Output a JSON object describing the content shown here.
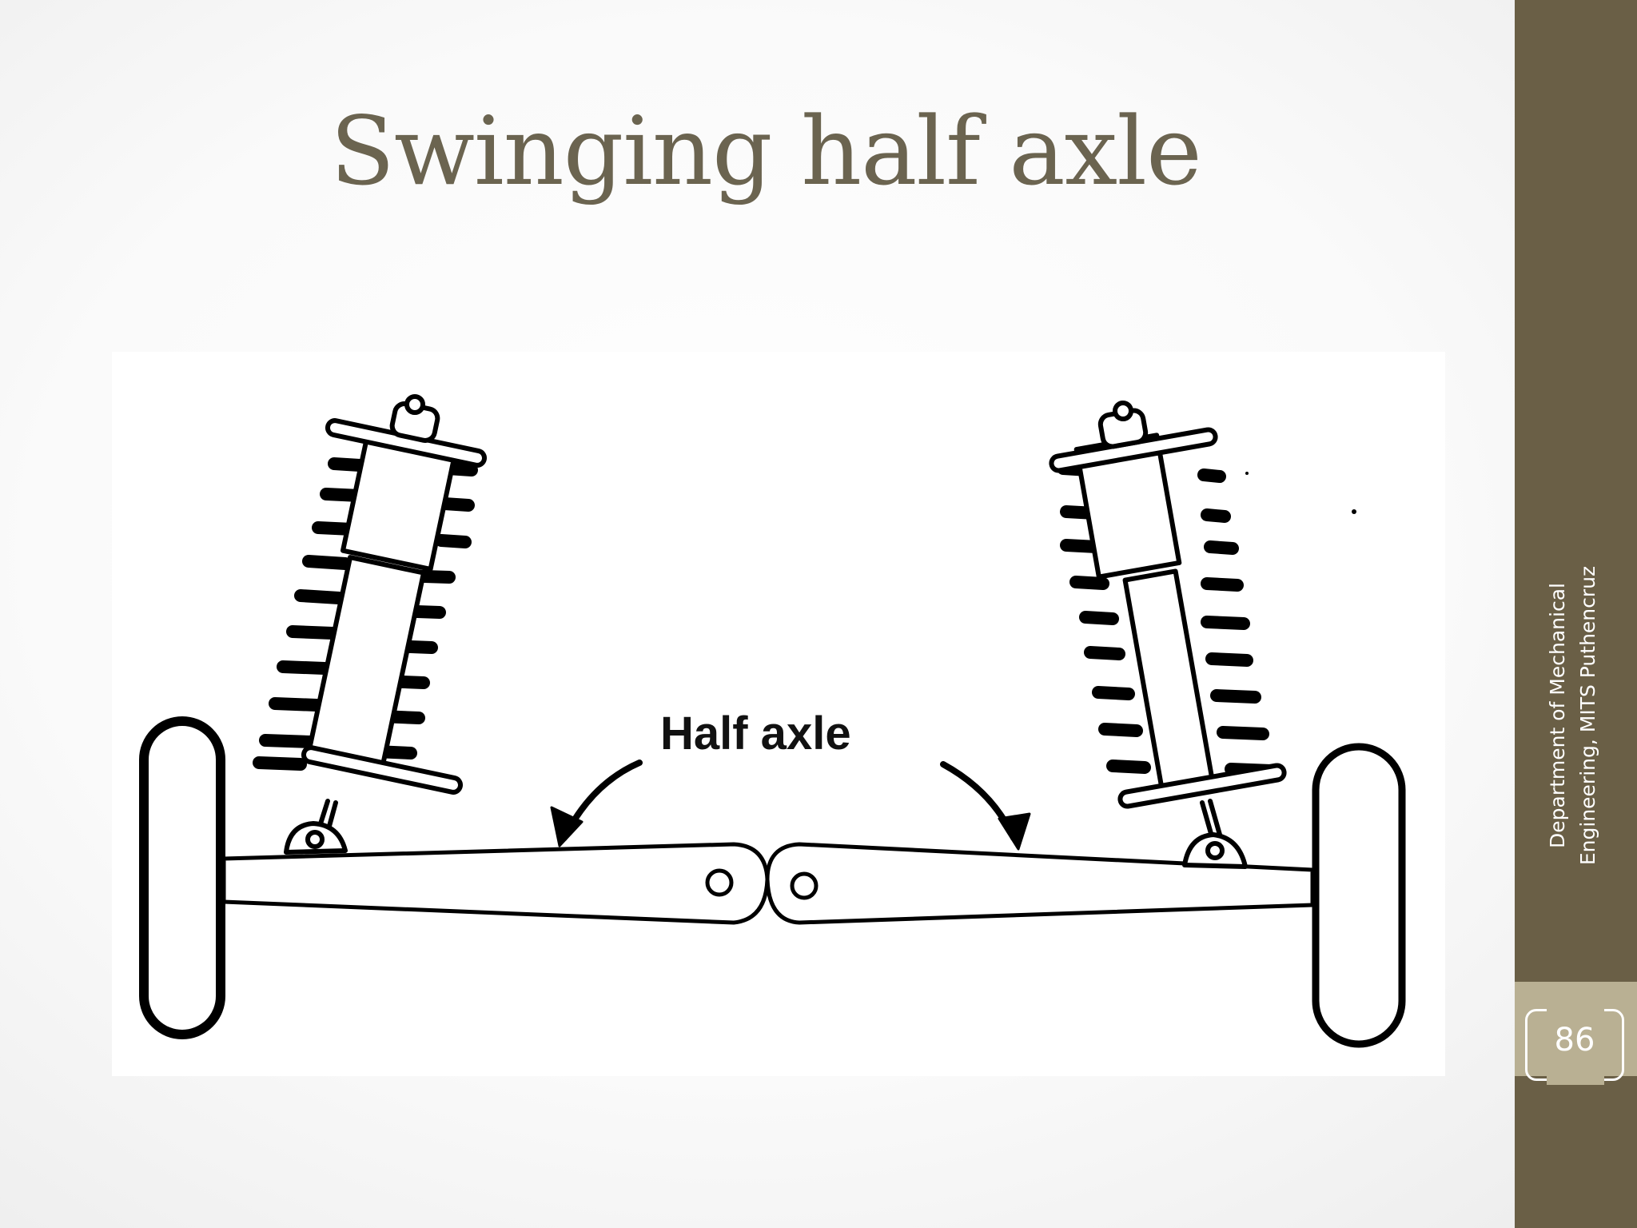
{
  "slide": {
    "title": "Swinging half axle",
    "footer_line1": "Department of Mechanical",
    "footer_line2": "Engineering, MITS Puthencruz",
    "page_number": "86"
  },
  "diagram": {
    "label": "Half axle"
  },
  "colors": {
    "title": "#6b6450",
    "sidebar": "#6a5f46",
    "page_box": "#b9b093"
  }
}
